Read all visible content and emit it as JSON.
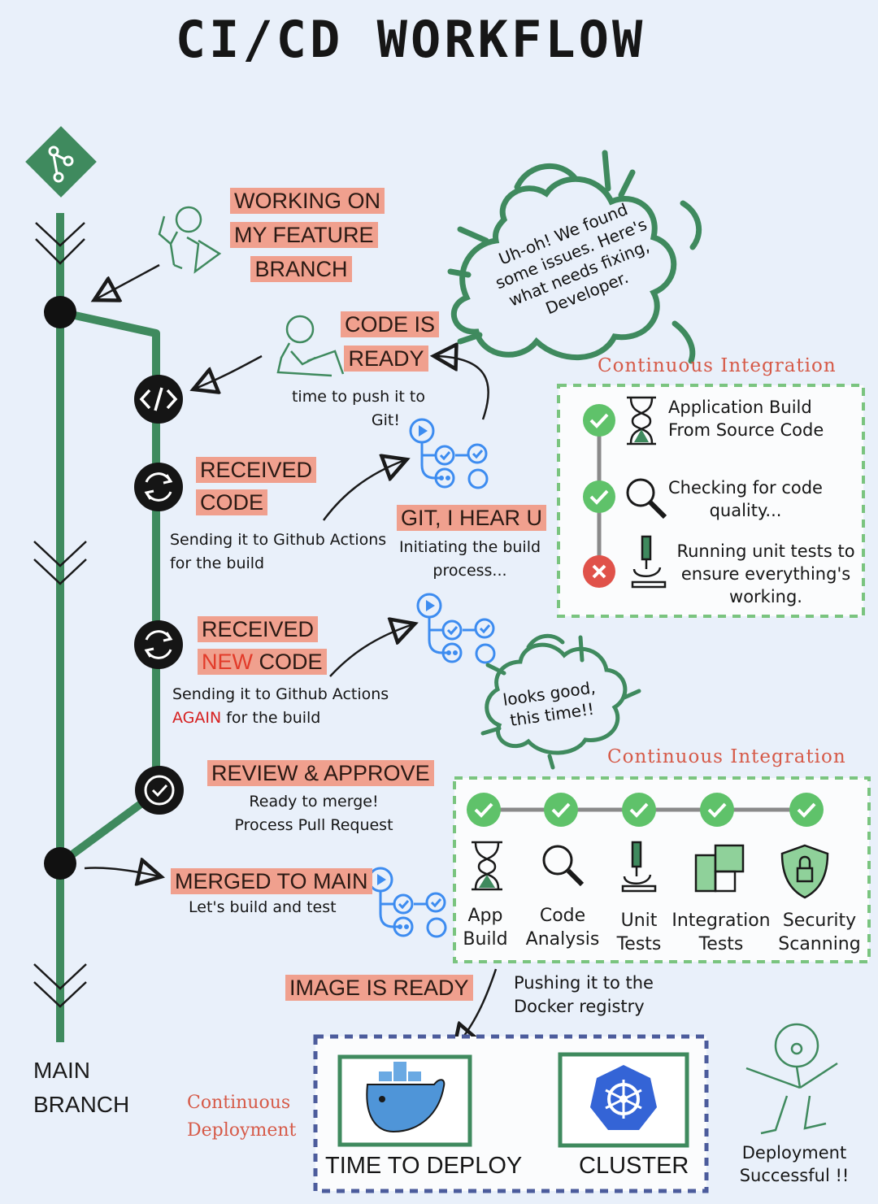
{
  "title": "CI/CD WORKFLOW",
  "colors": {
    "background": "#e9f0fa",
    "branch_green": "#3f8a5e",
    "tag_salmon": "#f0a08e",
    "ci_border": "#7ac47f",
    "cd_border": "#4c5c9c",
    "check_green": "#5fc26a",
    "fail_red": "#e0524a",
    "actions_blue": "#3d8cf0"
  },
  "stages": {
    "working": {
      "tag_lines": [
        "WORKING ON",
        "MY FEATURE",
        "BRANCH"
      ]
    },
    "code_ready": {
      "tag_lines": [
        "CODE IS",
        "READY"
      ],
      "note_lines": [
        "time to push it to",
        "Git!"
      ]
    },
    "received": {
      "tag_lines": [
        "RECEIVED",
        "CODE"
      ],
      "note_lines": [
        "Sending it to Github Actions",
        "for the build"
      ]
    },
    "git_hear": {
      "tag": "GIT, I HEAR U",
      "note_lines": [
        "Initiating the build",
        "process..."
      ]
    },
    "received_new": {
      "tag_line1": "RECEIVED",
      "tag_new": "NEW",
      "tag_code": " CODE",
      "note_line1": "Sending it to Github Actions",
      "note_again": "AGAIN",
      "note_rest": " for the build"
    },
    "review": {
      "tag": "REVIEW & APPROVE",
      "note_lines": [
        "Ready to merge!",
        "Process Pull Request"
      ]
    },
    "merged": {
      "tag": "MERGED TO MAIN",
      "note": "Let's build and test"
    },
    "image": {
      "tag": "IMAGE IS READY",
      "note_lines": [
        "Pushing it to the",
        "Docker registry"
      ]
    }
  },
  "bubble1": {
    "lines": [
      "Uh-oh! We found",
      "some issues. Here's",
      "what needs fixing,",
      "Developer."
    ]
  },
  "bubble2": {
    "lines": [
      "looks good,",
      "this time!!"
    ]
  },
  "ci_box1": {
    "title": "Continuous Integration",
    "steps": [
      {
        "status": "pass",
        "icon": "hourglass-icon",
        "lines": [
          "Application Build",
          "From Source Code"
        ]
      },
      {
        "status": "pass",
        "icon": "magnifier-icon",
        "lines": [
          "Checking for code",
          "quality..."
        ]
      },
      {
        "status": "fail",
        "icon": "microscope-icon",
        "lines": [
          "Running unit tests to",
          "ensure everything's",
          "working."
        ]
      }
    ]
  },
  "ci_box2": {
    "title": "Continuous Integration",
    "steps": [
      {
        "status": "pass",
        "icon": "hourglass-icon",
        "lines": [
          "App",
          "Build"
        ]
      },
      {
        "status": "pass",
        "icon": "magnifier-icon",
        "lines": [
          "Code",
          "Analysis"
        ]
      },
      {
        "status": "pass",
        "icon": "microscope-icon",
        "lines": [
          "Unit",
          "Tests"
        ]
      },
      {
        "status": "pass",
        "icon": "puzzle-icon",
        "lines": [
          "Integration",
          "Tests"
        ]
      },
      {
        "status": "pass",
        "icon": "shield-lock-icon",
        "lines": [
          "Security",
          "Scanning"
        ]
      }
    ]
  },
  "deploy": {
    "section_lines": [
      "Continuous",
      "Deployment"
    ],
    "left_label": "TIME TO DEPLOY",
    "right_label": "CLUSTER",
    "success_lines": [
      "Deployment",
      "Successful !!"
    ]
  },
  "main_branch": {
    "lines": [
      "MAIN",
      "BRANCH"
    ]
  }
}
